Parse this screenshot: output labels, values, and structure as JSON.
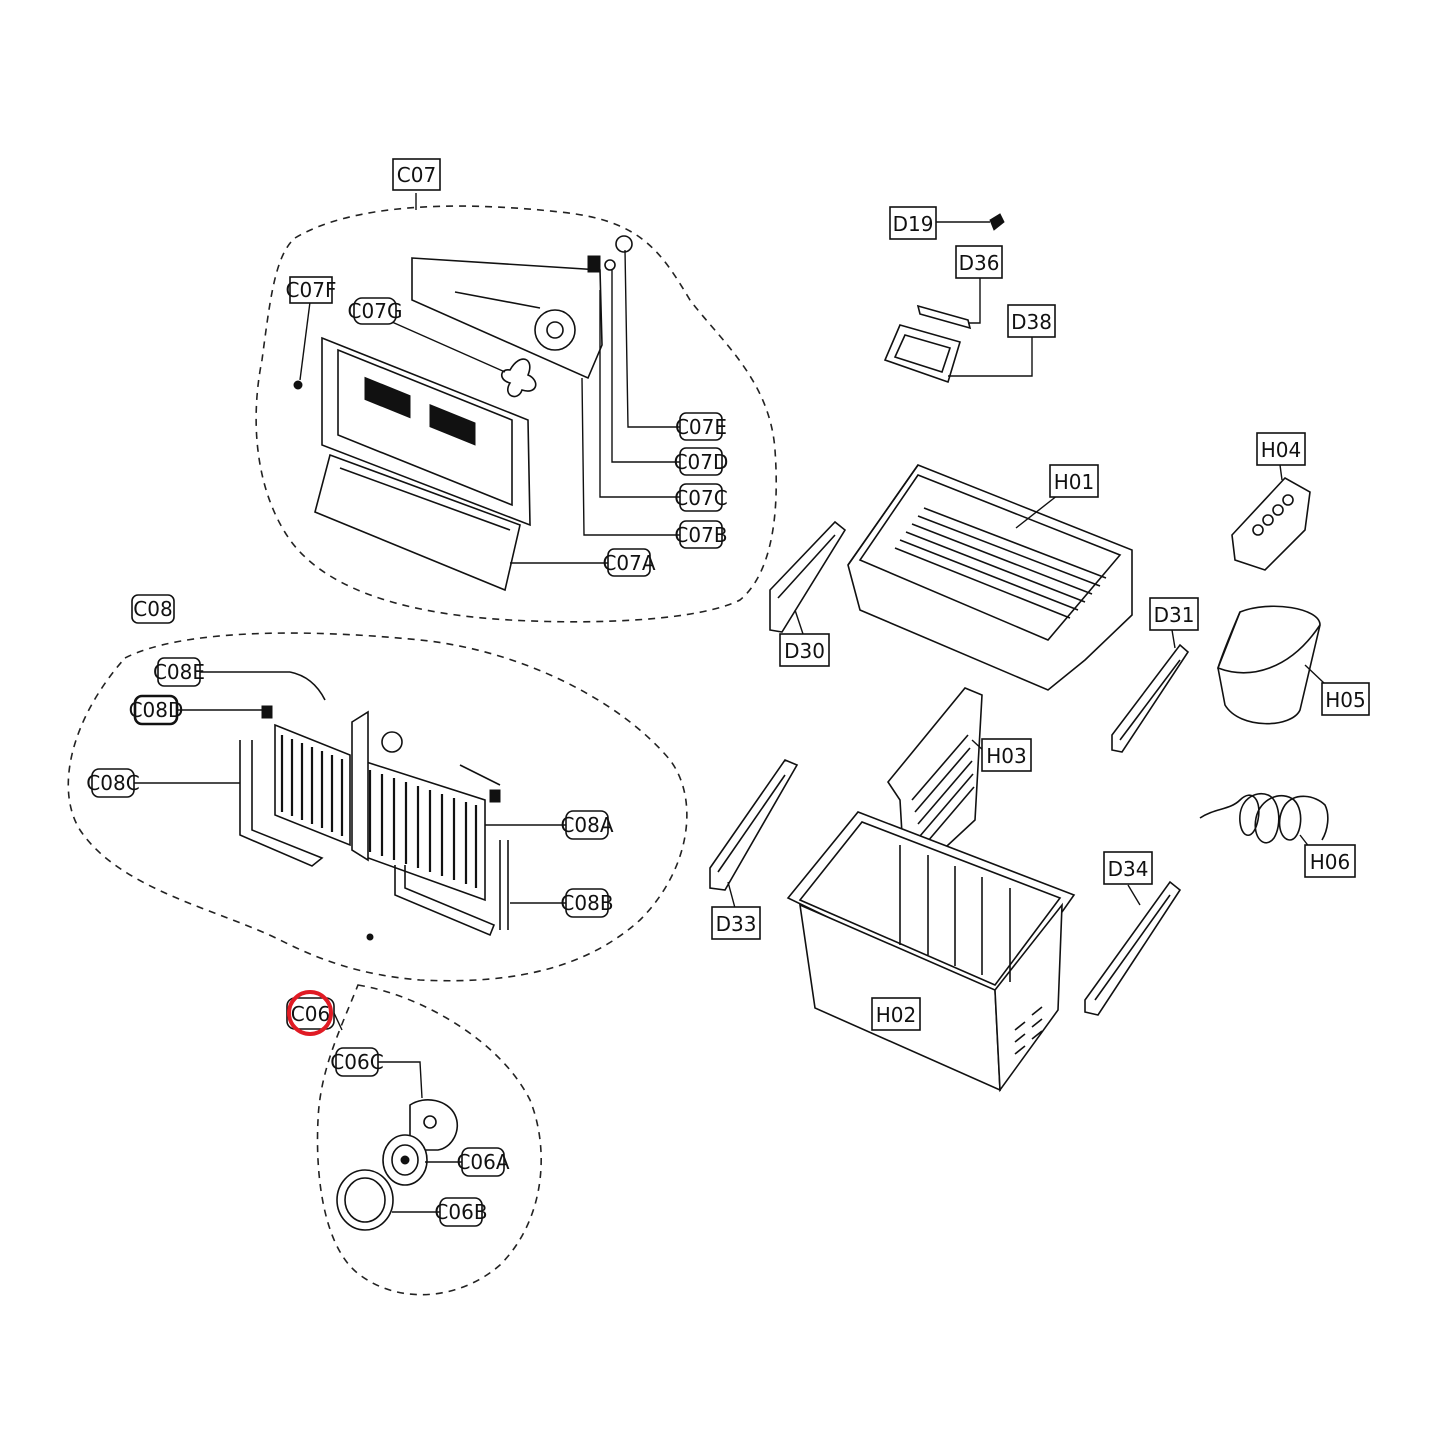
{
  "labels": {
    "c07": "C07",
    "c07a": "C07A",
    "c07b": "C07B",
    "c07c": "C07C",
    "c07d": "C07D",
    "c07e": "C07E",
    "c07f": "C07F",
    "c07g": "C07G",
    "c08": "C08",
    "c08a": "C08A",
    "c08b": "C08B",
    "c08c": "C08C",
    "c08d": "C08D",
    "c08e": "C08E",
    "c06": "C06",
    "c06a": "C06A",
    "c06b": "C06B",
    "c06c": "C06C",
    "d19": "D19",
    "d30": "D30",
    "d31": "D31",
    "d33": "D33",
    "d34": "D34",
    "d36": "D36",
    "d38": "D38",
    "h01": "H01",
    "h02": "H02",
    "h03": "H03",
    "h04": "H04",
    "h05": "H05",
    "h06": "H06"
  },
  "highlight": {
    "label": "C06",
    "color": "#e01b24"
  }
}
